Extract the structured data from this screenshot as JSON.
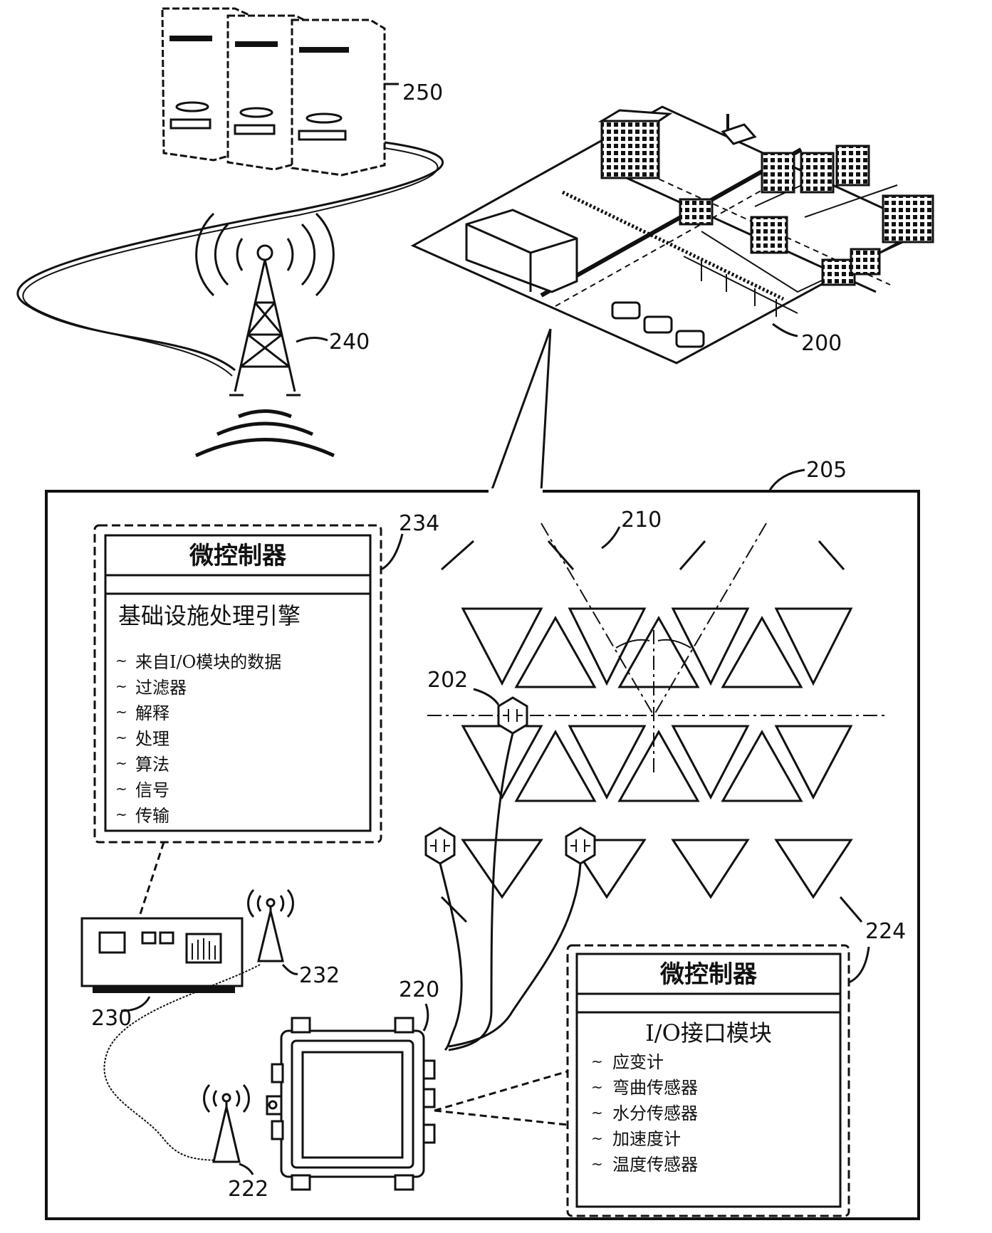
{
  "refs": {
    "r250": "250",
    "r240": "240",
    "r200": "200",
    "r205": "205",
    "r210": "210",
    "r234": "234",
    "r202": "202",
    "r224": "224",
    "r220": "220",
    "r232": "232",
    "r230": "230",
    "r222": "222"
  },
  "box234": {
    "title": "微控制器",
    "heading": "基础设施处理引擎",
    "items": [
      "来自I/O模块的数据",
      "过滤器",
      "解释",
      "处理",
      "算法",
      "信号",
      "传输"
    ]
  },
  "box224": {
    "title": "微控制器",
    "heading": "I/O接口模块",
    "items": [
      "应变计",
      "弯曲传感器",
      "水分传感器",
      "加速度计",
      "温度传感器"
    ]
  },
  "colors": {
    "ink": "#111111",
    "paper": "#ffffff"
  },
  "icons": [
    "server-icon",
    "cell-tower-icon",
    "city-map-icon",
    "antenna-icon",
    "controller-device-icon",
    "junction-box-icon",
    "sensor-node-icon"
  ]
}
